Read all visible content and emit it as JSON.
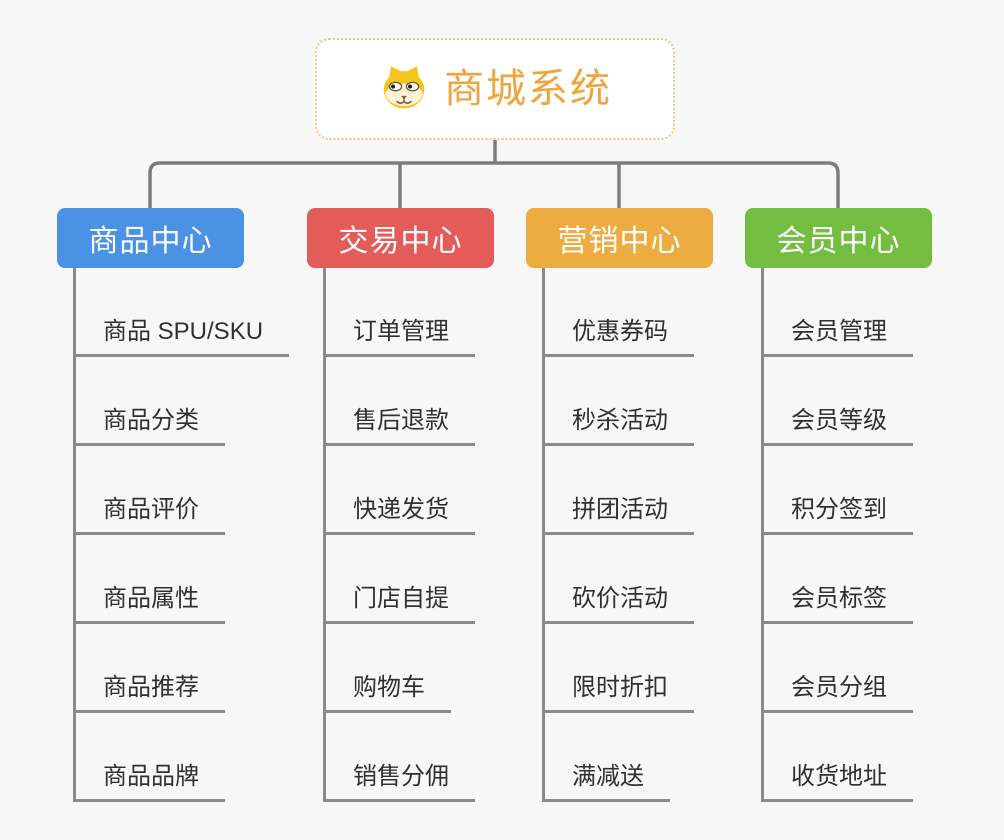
{
  "page": {
    "background": "#f7f7f7",
    "connector_color": "#7d7d7d",
    "underline_color": "#8a8a8a"
  },
  "root": {
    "title": "商城系统",
    "icon": "dog-face-icon",
    "text_color": "#f0a43e",
    "border_color": "#f3c377"
  },
  "branches": [
    {
      "label": "商品中心",
      "color": "#4b92e5",
      "items": [
        "商品 SPU/SKU",
        "商品分类",
        "商品评价",
        "商品属性",
        "商品推荐",
        "商品品牌"
      ]
    },
    {
      "label": "交易中心",
      "color": "#e45c5a",
      "items": [
        "订单管理",
        "售后退款",
        "快递发货",
        "门店自提",
        "购物车",
        "销售分佣"
      ]
    },
    {
      "label": "营销中心",
      "color": "#edac40",
      "items": [
        "优惠券码",
        "秒杀活动",
        "拼团活动",
        "砍价活动",
        "限时折扣",
        "满减送"
      ]
    },
    {
      "label": "会员中心",
      "color": "#73be40",
      "items": [
        "会员管理",
        "会员等级",
        "积分签到",
        "会员标签",
        "会员分组",
        "收货地址"
      ]
    }
  ]
}
